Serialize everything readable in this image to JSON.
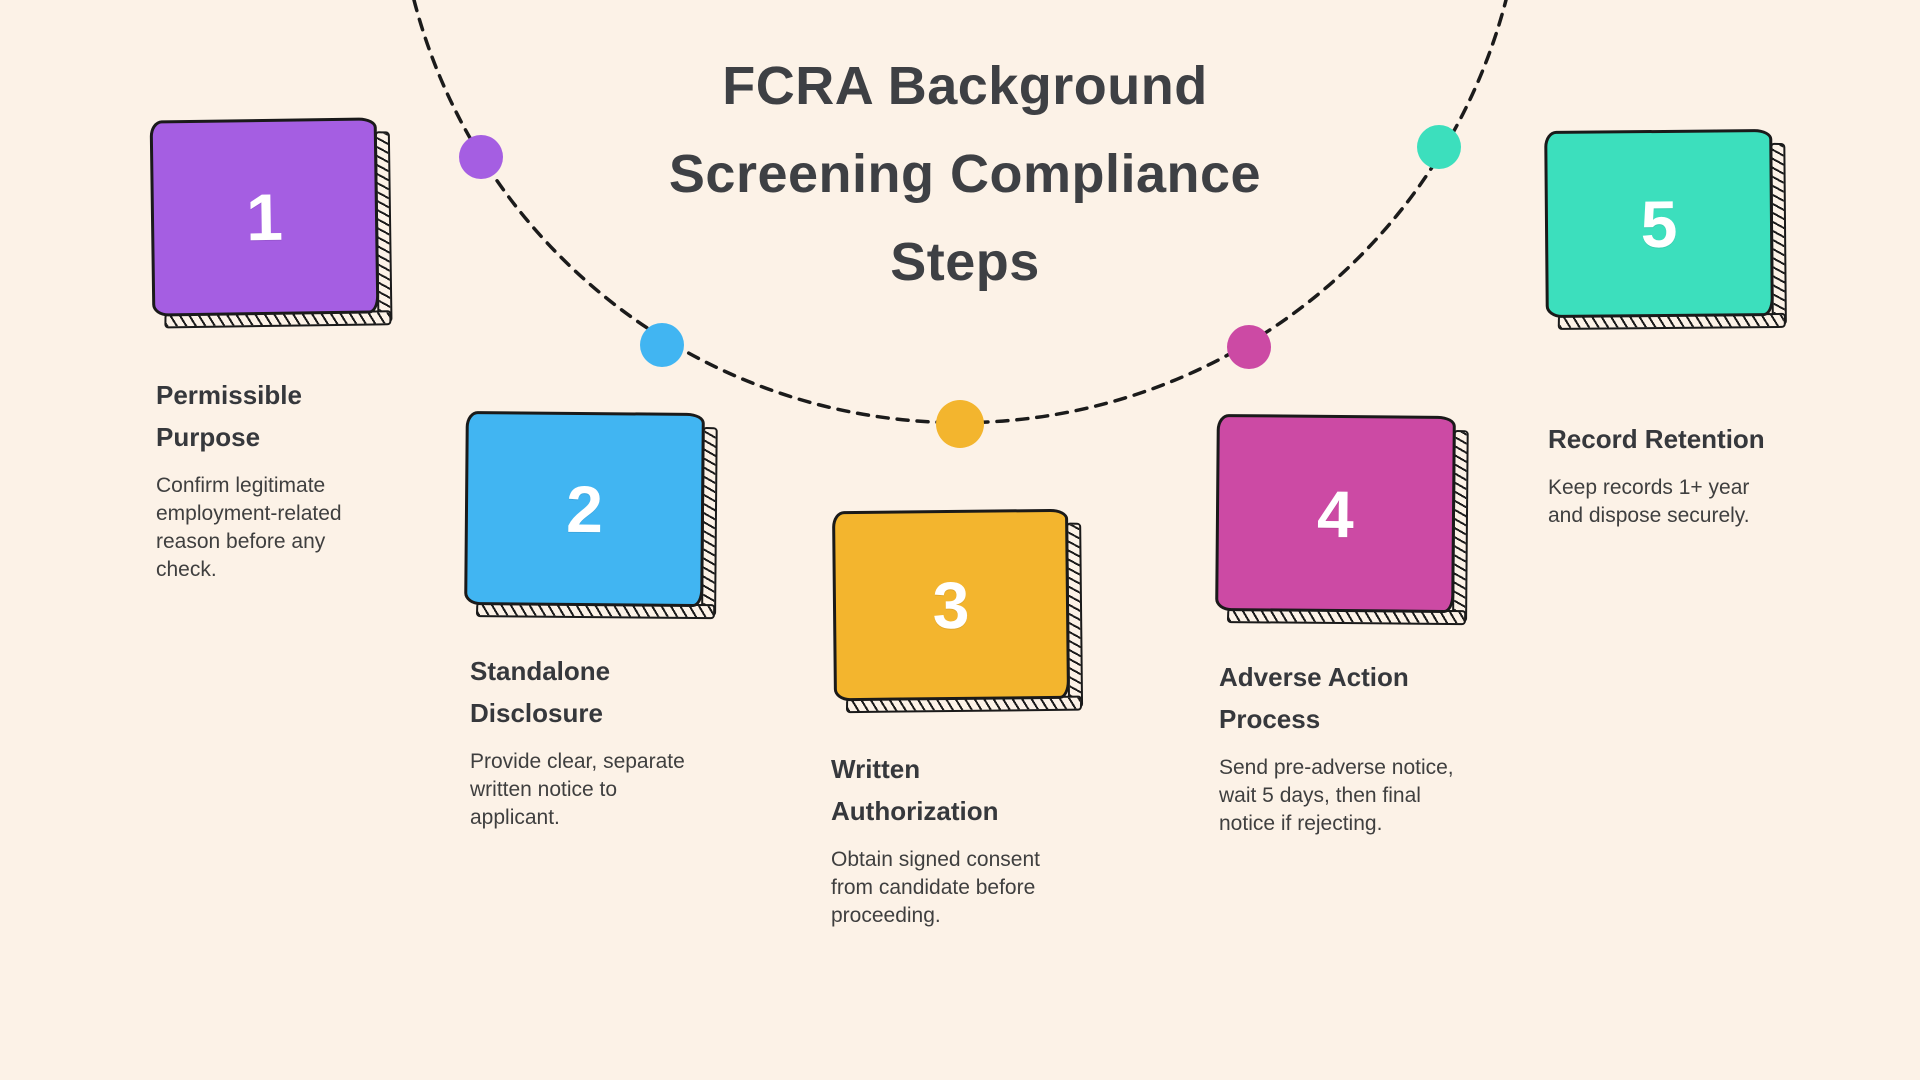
{
  "meta": {
    "background_color": "#fcf2e7",
    "outline_color": "#1a1a1a",
    "title_color": "#3e4044"
  },
  "title": {
    "lines": [
      "FCRA Background",
      "Screening Compliance",
      "Steps"
    ]
  },
  "steps": [
    {
      "number": "1",
      "title": "Permissible Purpose",
      "description": "Confirm legitimate employment-related reason before any check.",
      "color": "#a55ee2"
    },
    {
      "number": "2",
      "title": "Standalone Disclosure",
      "description": "Provide clear, separate written notice to applicant.",
      "color": "#41b5f2"
    },
    {
      "number": "3",
      "title": "Written Authorization",
      "description": "Obtain signed consent from candidate before proceeding.",
      "color": "#f3b52e"
    },
    {
      "number": "4",
      "title": "Adverse Action Process",
      "description": "Send pre-adverse notice, wait 5 days, then final notice if rejecting.",
      "color": "#cc4aa4"
    },
    {
      "number": "5",
      "title": "Record Retention",
      "description": "Keep records 1+ year and dispose securely.",
      "color": "#3cdfbd"
    }
  ]
}
